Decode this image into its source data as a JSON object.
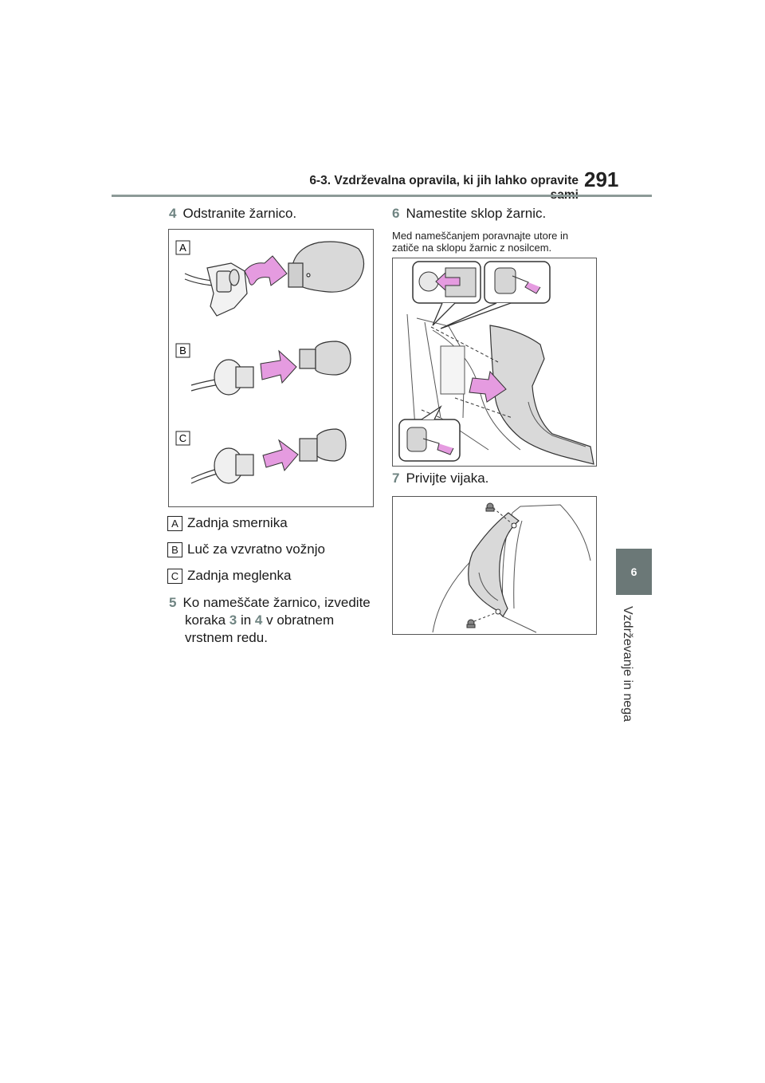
{
  "header": {
    "section_title": "6-3. Vzdrževalna opravila, ki jih lahko opravite sami",
    "page_number": "291"
  },
  "side_tab": {
    "number": "6",
    "label": "Vzdrževanje in nega"
  },
  "steps": [
    {
      "num": "4",
      "text": "Odstranite žarnico."
    },
    {
      "num": "5",
      "text_a": "Ko nameščate žarnico, izvedite",
      "text_b_pre": "koraka ",
      "ref1": "3",
      "text_b_mid": " in ",
      "ref2": "4",
      "text_b_post": " v obratnem",
      "text_c": "vrstnem redu."
    },
    {
      "num": "6",
      "text": "Namestite sklop žarnic."
    },
    {
      "num": "7",
      "text": "Privijte vijaka."
    }
  ],
  "step6_note": {
    "line1": "Med nameščanjem poravnajte utore in",
    "line2": "zatiče na sklopu žarnic z nosilcem."
  },
  "figure_labels": [
    "A",
    "B",
    "C"
  ],
  "legend": [
    {
      "letter": "A",
      "text": "Zadnja smernika"
    },
    {
      "letter": "B",
      "text": "Luč za vzvratno vožnjo"
    },
    {
      "letter": "C",
      "text": "Zadnja meglenka"
    }
  ],
  "colors": {
    "arrow_pink": "#e59be0",
    "accent_gray": "#6f8482"
  }
}
